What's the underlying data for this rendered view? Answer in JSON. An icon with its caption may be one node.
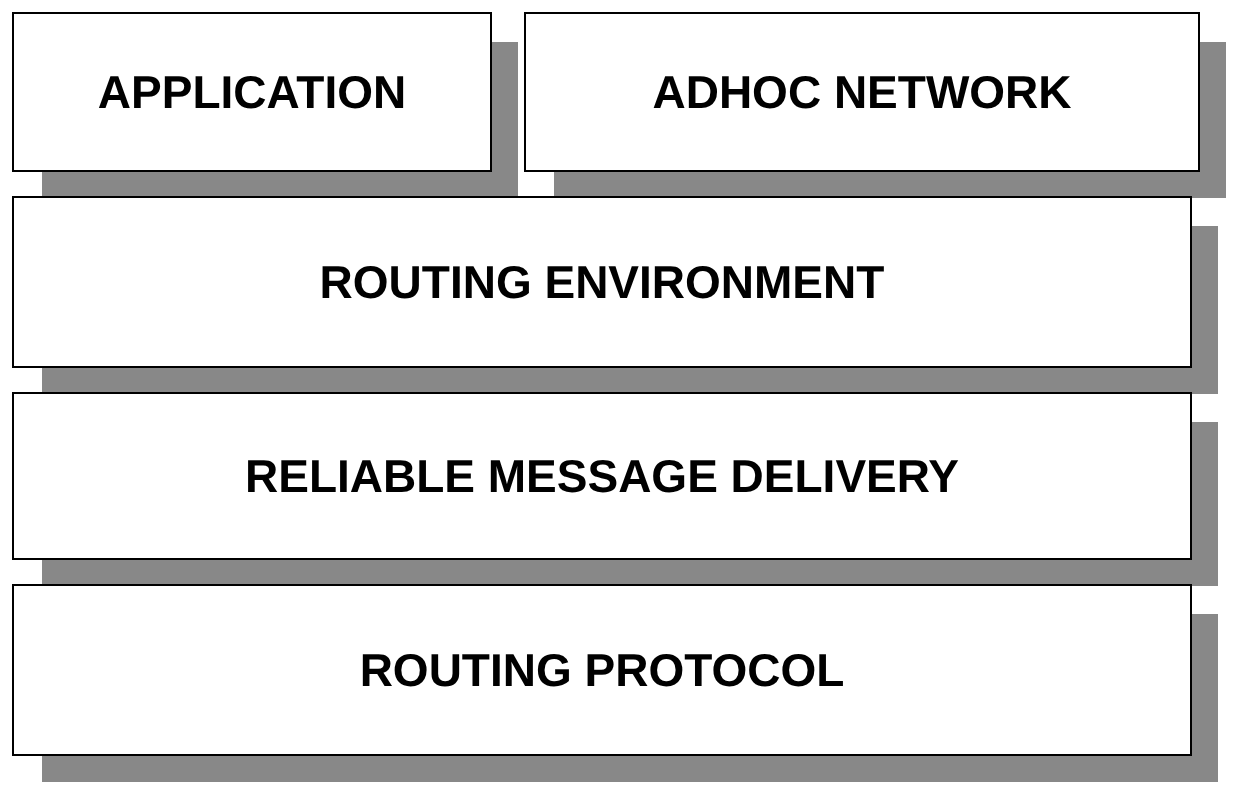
{
  "diagram": {
    "nodes": [
      {
        "text": [
          "APPLICATION"
        ]
      },
      {
        "text": [
          "ADHOC NETWORK"
        ]
      },
      {
        "text": [
          "ROUTING ENVIRONMENT"
        ]
      },
      {
        "text": [
          "RELIABLE MESSAGE DELIVERY"
        ]
      },
      {
        "text": [
          "ROUTING PROTOCOL"
        ]
      }
    ]
  }
}
